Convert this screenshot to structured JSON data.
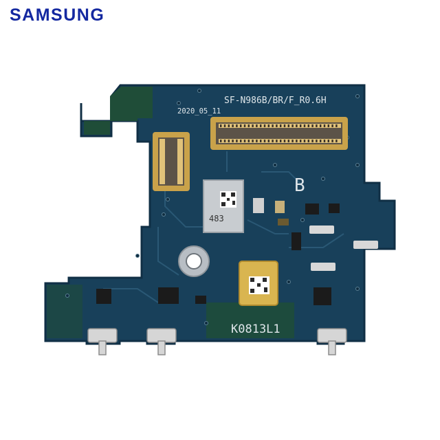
{
  "brand": {
    "logo_text": "SAMSUNG",
    "logo_color": "#1428a0"
  },
  "board": {
    "part_code": "SF-N986B/BR/F_R0.6H",
    "date_code": "2020_05_11",
    "side_marker": "B",
    "serial": "K0813L1",
    "chip_marking": "483",
    "colors": {
      "pcb": "#18405a",
      "pcb_edge": "#102f45",
      "ground_plane": "#1f4d38",
      "gold": "#c9a24a",
      "silkscreen": "#dfe6ea"
    }
  }
}
